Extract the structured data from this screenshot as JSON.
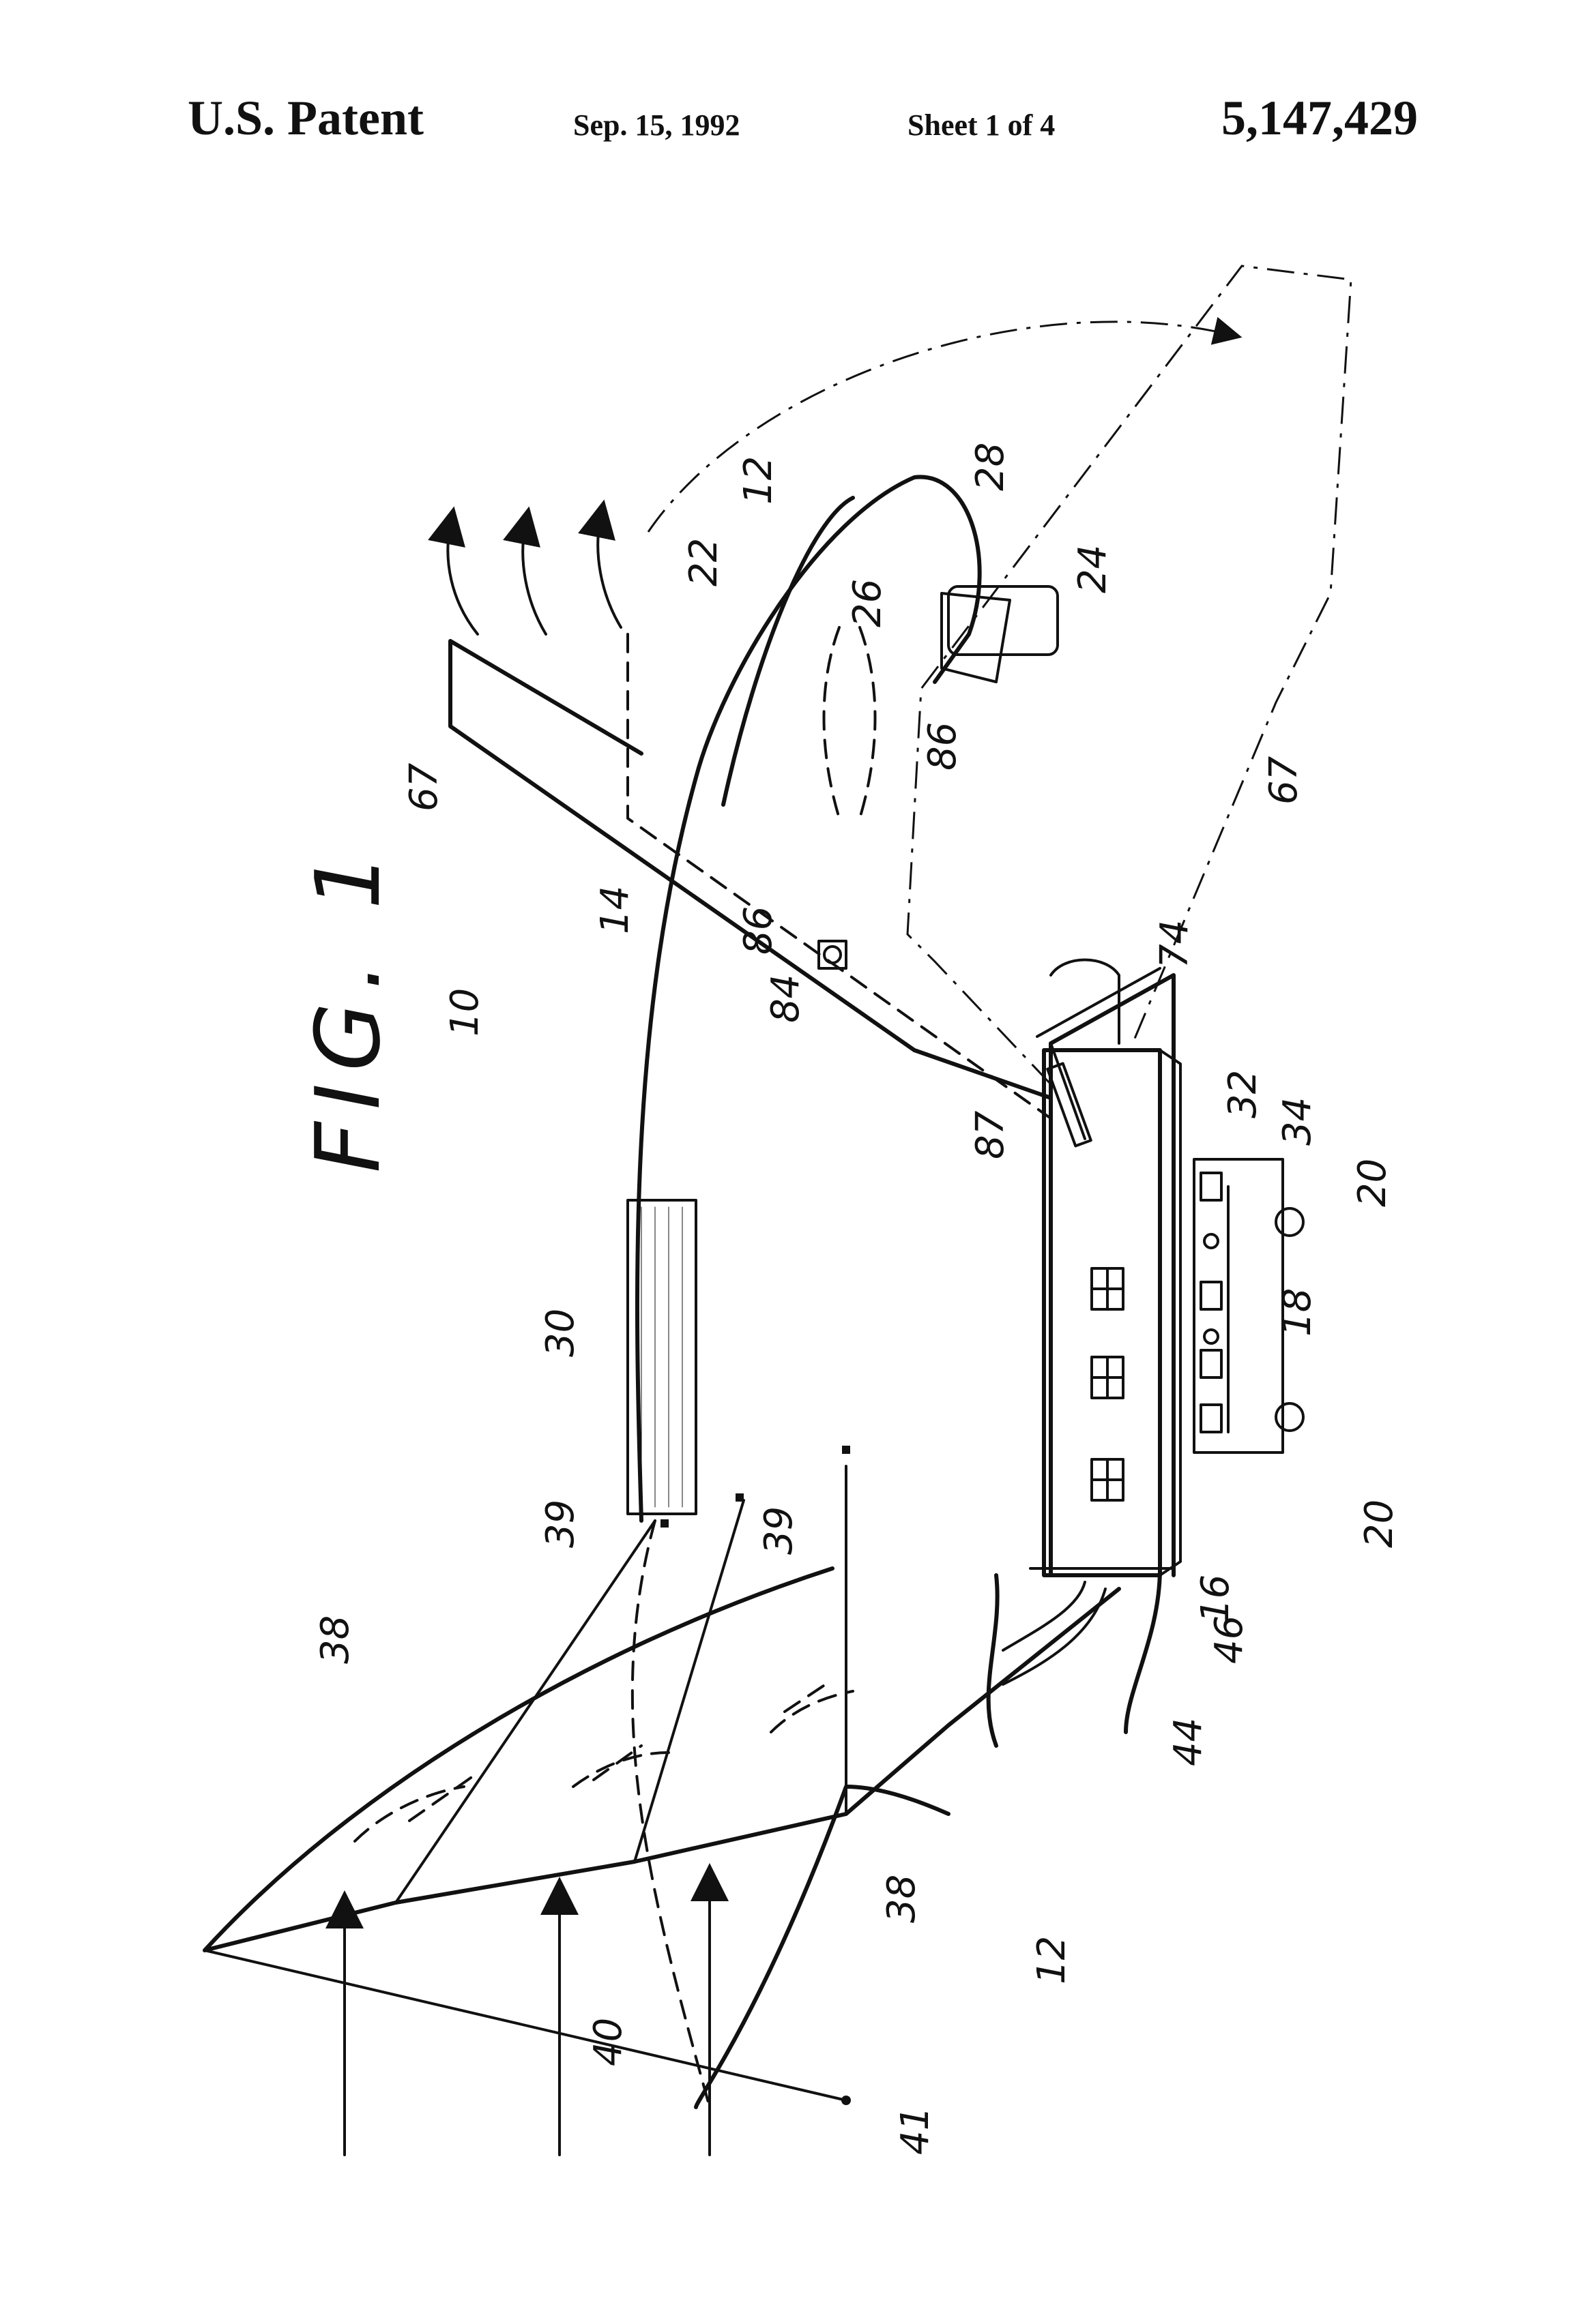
{
  "header": {
    "title": "U.S. Patent",
    "date": "Sep. 15, 1992",
    "sheet": "Sheet 1 of 4",
    "patent_number": "5,147,429"
  },
  "figure": {
    "label": "FIG. 1",
    "reference_numerals": {
      "n10": "10",
      "n12a": "12",
      "n12b": "12",
      "n14": "14",
      "n16": "16",
      "n18": "18",
      "n20a": "20",
      "n20b": "20",
      "n22": "22",
      "n24": "24",
      "n26": "26",
      "n28": "28",
      "n30": "30",
      "n32": "32",
      "n34": "34",
      "n38a": "38",
      "n38b": "38",
      "n39a": "39",
      "n39b": "39",
      "n40": "40",
      "n41": "41",
      "n44": "44",
      "n46": "46",
      "n67a": "67",
      "n67b": "67",
      "n74": "74",
      "n84": "84",
      "n86a": "86",
      "n86b": "86",
      "n87": "87"
    }
  }
}
